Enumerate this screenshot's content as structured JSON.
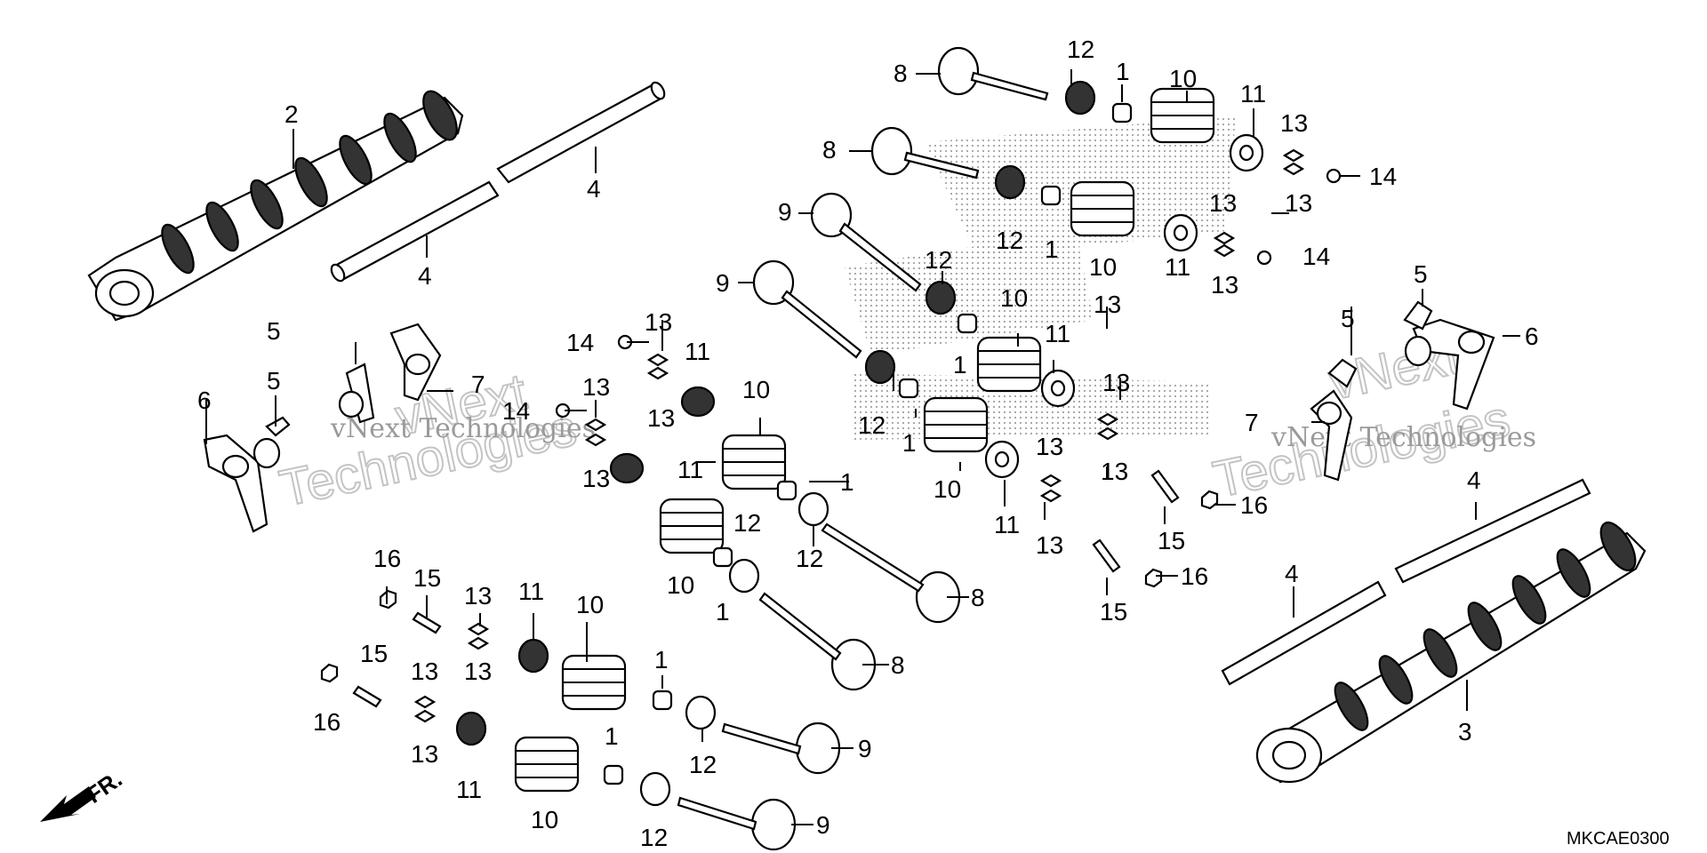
{
  "diagram_code": "MKCAE0300",
  "direction_label": "FR.",
  "watermarks": [
    {
      "text_small": "vNext Technologies",
      "text_large": "vNext",
      "text_large2": "Technologies"
    },
    {
      "text_small": "vNext Technologies",
      "text_large": "vNext",
      "text_large2": "Technologies"
    }
  ],
  "callouts": {
    "c1": "2",
    "c2": "4",
    "c3": "4",
    "c4": "8",
    "c5": "12",
    "c6": "1",
    "c7": "10",
    "c8": "11",
    "c9": "13",
    "c10": "13",
    "c11": "14",
    "c12": "8",
    "c13": "12",
    "c14": "1",
    "c15": "10",
    "c16": "11",
    "c17": "13",
    "c18": "13",
    "c19": "14",
    "c20": "9",
    "c21": "9",
    "c22": "12",
    "c23": "10",
    "c24": "1",
    "c25": "11",
    "c26": "12",
    "c27": "1",
    "c28": "10",
    "c29": "11",
    "c30": "5",
    "c31": "6",
    "c32": "5",
    "c33": "7",
    "c34": "14",
    "c35": "13",
    "c36": "11",
    "c37": "14",
    "c38": "13",
    "c39": "13",
    "c40": "13",
    "c41": "11",
    "c42": "10",
    "c43": "1",
    "c44": "12",
    "c45": "10",
    "c46": "1",
    "c47": "12",
    "c48": "8",
    "c49": "8",
    "c50": "13",
    "c51": "13",
    "c52": "13",
    "c53": "13",
    "c54": "13",
    "c55": "5",
    "c56": "6",
    "c57": "5",
    "c58": "7",
    "c59": "16",
    "c60": "15",
    "c61": "16",
    "c62": "15",
    "c63": "4",
    "c64": "4",
    "c65": "3",
    "c66": "16",
    "c67": "15",
    "c68": "13",
    "c69": "13",
    "c70": "11",
    "c71": "10",
    "c72": "1",
    "c73": "12",
    "c74": "9",
    "c75": "16",
    "c76": "15",
    "c77": "13",
    "c78": "13",
    "c79": "11",
    "c80": "10",
    "c81": "1",
    "c82": "12",
    "c83": "9"
  }
}
